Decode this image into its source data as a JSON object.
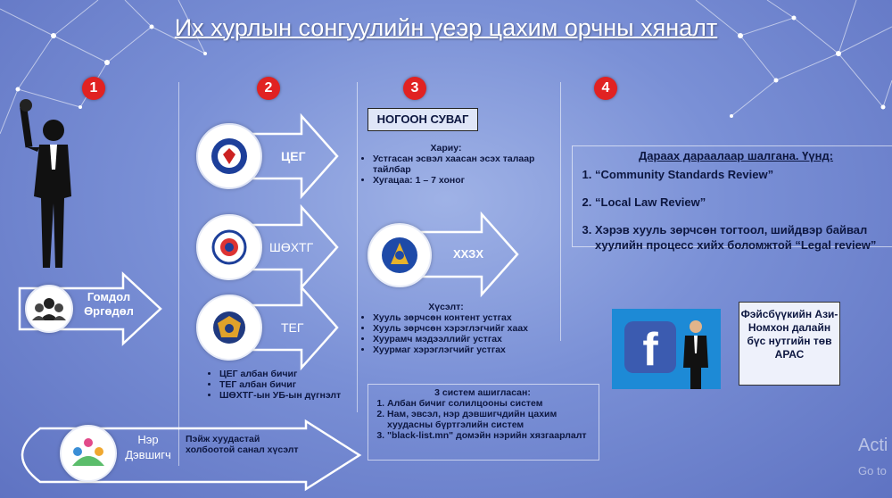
{
  "title": "Их хурлын сонгуулийн үеэр цахим орчны хяналт",
  "steps": [
    "1",
    "2",
    "3",
    "4"
  ],
  "col1": {
    "complaint_label": "Гомдол\nӨргөдөл",
    "candidate_label": "Нэр\nДэвшигч"
  },
  "col2": {
    "arrows": [
      "ЦЕГ",
      "ШӨХТГ",
      "ТЕГ"
    ],
    "notes": [
      "ЦЕГ албан бичиг",
      "ТЕГ албан бичиг",
      "ШӨХТГ-ын УБ-ын дүгнэлт"
    ]
  },
  "col3": {
    "green_title": "НОГООН СУВАГ",
    "answer_title": "Хариу:",
    "answer_items": [
      "Устгасан эсвэл хаасан эсэх талаар тайлбар",
      "Хугацаа: 1 – 7 хоног"
    ],
    "center_arrow": "ХХЗХ",
    "request_title": "Хүсэлт:",
    "request_items": [
      "Хууль зөрчсөн контент устгах",
      "Хууль зөрчсөн хэрэглэгчийг хаах",
      "Хуурамч мэдээллийг устгах",
      "Хуурмаг хэрэглэгчийг устгах"
    ],
    "systems_title": "3 систем ашигласан:",
    "systems_items": [
      "Албан бичиг солилцооны систем",
      "Нам, эвсэл, нэр дэвшигчдийн цахим хуудасны бүртгэлийн систем",
      "\"black-list.mn\" домэйн нэрийн хязгаарлалт"
    ]
  },
  "bottom_arrow_text": "Пэйж хуудастай холбоотой санал хүсэлт",
  "col4": {
    "heading": "Дараах дараалаар шалгана. Үүнд:",
    "items": [
      "“Community Standards Review”",
      "“Local Law Review”",
      "Хэрэв хууль зөрчсөн тогтоол, шийдвэр байвал хуулийн процесс хийх боломжтой “Legal review”"
    ],
    "fb_box": "Фэйсбүүкийн Ази-Номхон далайн бүс нутгийн төв АРАС",
    "fb_letter": "f"
  },
  "watermark": {
    "line1": "Acti",
    "line2": "Go to"
  }
}
